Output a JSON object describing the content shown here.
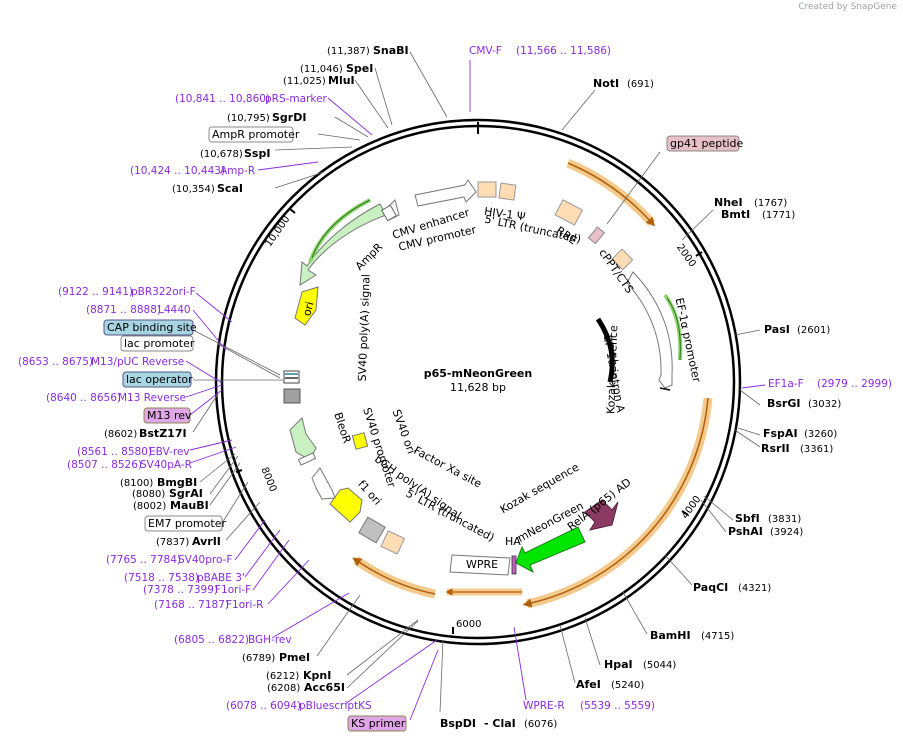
{
  "credit": "Created by SnapGene",
  "plasmid": {
    "name": "p65-mNeonGreen",
    "size": "11,628 bp"
  },
  "ticks": [
    "2000",
    "4000",
    "6000",
    "8000",
    "10,000"
  ],
  "sites_right": [
    {
      "name": "NotI",
      "pos": "(691)"
    },
    {
      "name": "NheI",
      "pos": "(1767)"
    },
    {
      "name": "BmtI",
      "pos": "(1771)"
    },
    {
      "name": "PasI",
      "pos": "(2601)"
    },
    {
      "name": "BsrGI",
      "pos": "(3032)"
    },
    {
      "name": "FspAI",
      "pos": "(3260)"
    },
    {
      "name": "RsrII",
      "pos": "(3361)"
    },
    {
      "name": "SbfI",
      "pos": "(3831)"
    },
    {
      "name": "PshAI",
      "pos": "(3924)"
    },
    {
      "name": "PaqCI",
      "pos": "(4321)"
    },
    {
      "name": "BamHI",
      "pos": "(4715)"
    },
    {
      "name": "HpaI",
      "pos": "(5044)"
    },
    {
      "name": "AfeI",
      "pos": "(5240)"
    }
  ],
  "sites_left": [
    {
      "name": "SnaBI",
      "pos": "(11,387)"
    },
    {
      "name": "SpeI",
      "pos": "(11,046)"
    },
    {
      "name": "MluI",
      "pos": "(11,025)"
    },
    {
      "name": "SgrDI",
      "pos": "(10,795)"
    },
    {
      "name": "SspI",
      "pos": "(10,678)"
    },
    {
      "name": "ScaI",
      "pos": "(10,354)"
    },
    {
      "name": "BstZ17I",
      "pos": "(8602)"
    },
    {
      "name": "BmgBI",
      "pos": "(8100)"
    },
    {
      "name": "SgrAI",
      "pos": "(8080)"
    },
    {
      "name": "MauBI",
      "pos": "(8002)"
    },
    {
      "name": "AvrII",
      "pos": "(7837)"
    },
    {
      "name": "PmeI",
      "pos": "(6789)"
    },
    {
      "name": "KpnI",
      "pos": "(6212)"
    },
    {
      "name": "Acc65I",
      "pos": "(6208)"
    }
  ],
  "bottom_sites": {
    "a": "BspDI",
    "b": "- ClaI",
    "pos": "(6076)"
  },
  "primers": [
    {
      "name": "CMV-F",
      "pos": "(11,566 .. 11,586)"
    },
    {
      "name": "pRS-marker",
      "pos": "(10,841 .. 10,860)"
    },
    {
      "name": "Amp-R",
      "pos": "(10,424 .. 10,443)"
    },
    {
      "name": "pBR322ori-F",
      "pos": "(9122 .. 9141)"
    },
    {
      "name": "L4440",
      "pos": "(8871 .. 8888)"
    },
    {
      "name": "M13/pUC Reverse",
      "pos": "(8653 .. 8675)"
    },
    {
      "name": "M13 Reverse",
      "pos": "(8640 .. 8656)"
    },
    {
      "name": "EBV-rev",
      "pos": "(8561 .. 8580)"
    },
    {
      "name": "SV40pA-R",
      "pos": "(8507 .. 8526)"
    },
    {
      "name": "SV40pro-F",
      "pos": "(7765 .. 7784)"
    },
    {
      "name": "pBABE 3'",
      "pos": "(7518 .. 7538)"
    },
    {
      "name": "F1ori-F",
      "pos": "(7378 .. 7399)"
    },
    {
      "name": "F1ori-R",
      "pos": "(7168 .. 7187)"
    },
    {
      "name": "BGH-rev",
      "pos": "(6805 .. 6822)"
    },
    {
      "name": "pBluescriptKS",
      "pos": "(6078 .. 6094)"
    },
    {
      "name": "WPRE-R",
      "pos": "(5539 .. 5559)"
    },
    {
      "name": "EF1a-F",
      "pos": "(2979 .. 2999)"
    }
  ],
  "boxed_labels": {
    "gp41": "gp41 peptide",
    "amp_promoter": "AmpR promoter",
    "cap": "CAP binding site",
    "lac_promoter": "lac promoter",
    "lac_operator": "lac operator",
    "m13rev": "M13 rev",
    "em7": "EM7 promoter",
    "ks": "KS primer",
    "wpre": "WPRE"
  },
  "features": {
    "cmv_enhancer": "CMV enhancer",
    "cmv_promoter": "CMV promoter",
    "hiv_psi": "HIV-1 Ψ",
    "ltr5": "5' LTR (truncated)",
    "rre": "RRE",
    "cppt": "cPPT/CTS",
    "ef1a_promoter": "EF-1α promoter",
    "ef1a_intron": "EF-1α intron A",
    "kozak1": "Kozak sequence",
    "kozak2": "Kozak sequence",
    "rela": "RelA (p65) AD",
    "mneon": "mNeonGreen",
    "ha": "HA",
    "factor_xa": "Factor Xa site",
    "bgh": "bGH poly(A) signal",
    "ltr5b": "5' LTR (truncated)",
    "f1ori": "f1 ori",
    "sv40ori": "SV40 ori",
    "sv40prom": "SV40 promoter",
    "bleor": "BleoR",
    "sv40pa": "SV40 poly(A) signal",
    "ori": "ori",
    "ampr": "AmpR"
  },
  "colors": {
    "backbone": "#000000",
    "primer": "#8a2be2",
    "orf_highlight": "#f3c98c",
    "orf_arrow": "#b0600c",
    "ampr_fill": "#c8f0c0",
    "ori_fill": "#ffff00",
    "feature_box": "#ffdcb4",
    "mneon": "#00e600",
    "rela": "#8b3a62",
    "lac_box": "#a7d5e2",
    "m13rev_box": "#e0a6e8",
    "gp41_box": "#e8c0c8"
  }
}
